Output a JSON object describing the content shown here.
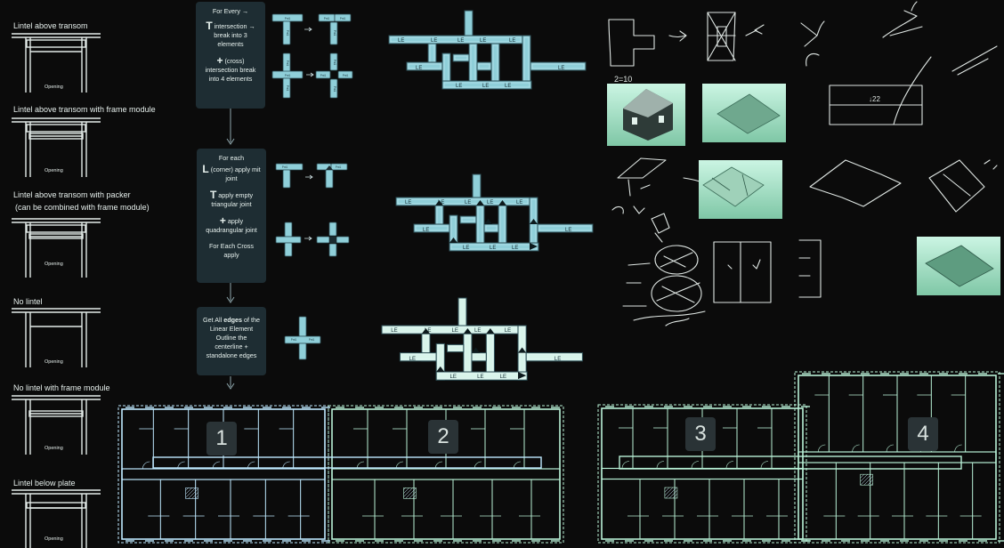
{
  "colors": {
    "background": "#0b0b0b",
    "card": "#1e2d33",
    "element_fill": "#8fcfd9",
    "element_stroke": "#2d4d55",
    "plan_line": "#bfe9ff",
    "green_tint": "#b8f0d6",
    "sketch": "#dfe6e3"
  },
  "lintel_types": [
    {
      "title": "Lintel above transom",
      "opening": "Opening"
    },
    {
      "title": "Lintel above transom with frame module",
      "opening": "Opening"
    },
    {
      "title": "Lintel above transom with  packer",
      "title2": "(can be combined with frame module)",
      "opening": "Opening"
    },
    {
      "title": "No lintel",
      "opening": "Opening"
    },
    {
      "title": "No lintel with frame module",
      "opening": "Opening"
    },
    {
      "title": "Lintel below plate",
      "opening": "Opening"
    }
  ],
  "steps": [
    {
      "line1": "For Every →",
      "t_glyph": "T",
      "t_text": "intersection → break into 3 elements",
      "plus_glyph": "+",
      "plus_text1": "(cross)",
      "plus_text2": "intersection break into 4 elements"
    },
    {
      "line1": "For each",
      "l_glyph": "L",
      "l_text": "(corner)  apply mit joint",
      "t_glyph": "T",
      "t_text": "apply empty triangular joint",
      "plus_glyph": "+",
      "plus_text": "apply quadrangular joint",
      "cross_text": "For Each Cross apply"
    },
    {
      "line1": "Get All",
      "bold": "edges",
      "line2": "of the Linear Element Outline the centerline + standalone edges"
    }
  ],
  "element_label": "LE",
  "mini_label": "Pnt1",
  "sketch_note": "2=10",
  "plan_numbers": [
    "1",
    "2",
    "3",
    "4"
  ]
}
